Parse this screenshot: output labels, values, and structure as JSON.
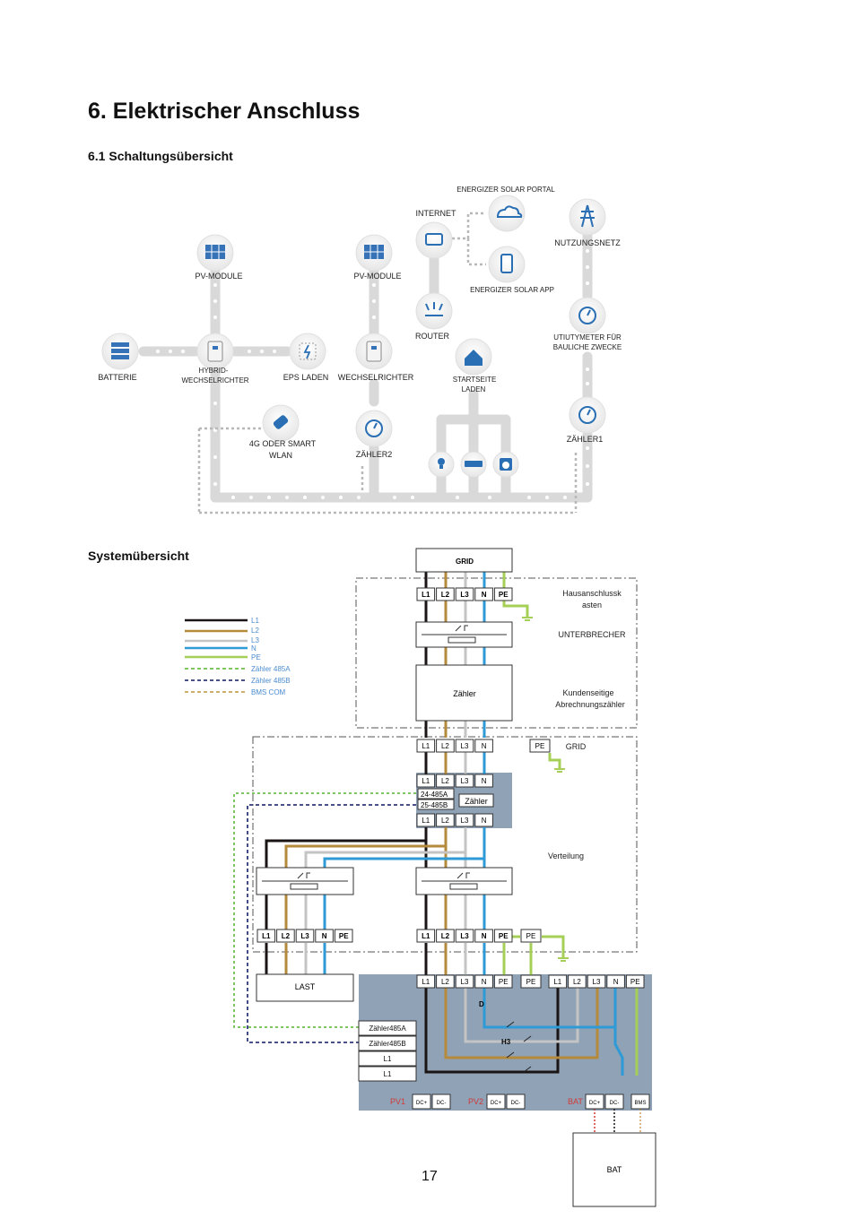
{
  "heading": "6. Elektrischer Anschluss",
  "subheading": "6.1 Schaltungsübersicht",
  "system_heading": "Systemübersicht",
  "page_number": "17",
  "overview": {
    "energizer_portal": "ENERGIZER SOLAR PORTAL",
    "internet": "INTERNET",
    "energizer_app": "ENERGIZER SOLAR APP",
    "router": "ROUTER",
    "nutzungsnetz": "NUTZUNGSNETZ",
    "utilitymeter_1": "UTIUTYMETER FÜR",
    "utilitymeter_2": "BAULICHE ZWECKE",
    "pv_module_1": "PV-MODULE",
    "pv_module_2": "PV-MODULE",
    "batterie": "BATTERIE",
    "hybrid_1": "HYBRID-",
    "hybrid_2": "WECHSELRICHTER",
    "eps_laden": "EPS LADEN",
    "wechselrichter": "WECHSELRICHTER",
    "startseite_1": "STARTSEITE",
    "startseite_2": "LADEN",
    "smart_1": "4G ODER SMART",
    "smart_2": "WLAN",
    "zaehler2": "ZÄHLER2",
    "zaehler1": "ZÄHLER1"
  },
  "legend": [
    "L1",
    "L2",
    "L3",
    "N",
    "PE",
    "Zähler 485A",
    "Zähler 485B",
    "BMS COM"
  ],
  "wiring": {
    "grid": "GRID",
    "hausanschluss_1": "Hausanschlussk",
    "hausanschluss_2": "asten",
    "unterbrecher": "UNTERBRECHER",
    "zaehler": "Zähler",
    "kundenseitige_1": "Kundenseitige",
    "kundenseitige_2": "Abrechnungszähler",
    "grid2": "GRID",
    "terminals_main": [
      "L1",
      "L2",
      "L3",
      "N",
      "PE"
    ],
    "terminals_4": [
      "L1",
      "L2",
      "L3",
      "N"
    ],
    "pe": "PE",
    "meter_485a": "24-485A",
    "meter_485b": "25-485B",
    "meter_label": "Zähler",
    "verteilung": "Verteilung",
    "last": "LAST",
    "inv_485a": "Zähler485A",
    "inv_485b": "Zähler485B",
    "inv_l1a": "L1",
    "inv_l1b": "L1",
    "inv_d": "D",
    "inv_h3": "H3",
    "pv1": "PV1",
    "pv2": "PV2",
    "bat_label": "BAT",
    "dc_plus": "DC+",
    "dc_minus": "DC-",
    "bms": "BMS",
    "bat_box": "BAT"
  },
  "colors": {
    "l1": "#1a1414",
    "l2": "#b58a3c",
    "l3": "#c4c4c4",
    "n": "#2e9ad6",
    "pe": "#a6cf58",
    "z485a": "#6fbf4a",
    "z485b": "#2e3a78",
    "bms": "#c9a35a",
    "panel": "#8fa2b6",
    "bus": "#d8d8d8",
    "red": "#d23a3a"
  }
}
